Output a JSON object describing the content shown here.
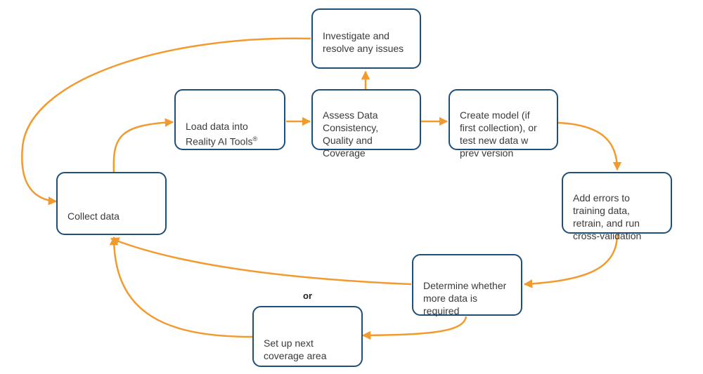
{
  "colors": {
    "arrow": "#f39a2f",
    "border": "#1f4e79",
    "text": "#3a3a3a"
  },
  "nodes": {
    "investigate": "Investigate and\nresolve any issues",
    "load_data": "Load data into\nReality AI Tools",
    "load_data_mark": "®",
    "assess": "Assess Data\nConsistency,\nQuality and\nCoverage",
    "create_model": "Create model (if\nfirst collection), or\ntest new data w\nprev version",
    "collect": "Collect data",
    "add_errors": "Add errors to\ntraining data,\nretrain, and run\ncross-validation",
    "determine": "Determine whether\nmore data is\nrequired",
    "setup": "Set up next\ncoverage area"
  },
  "or_label": "or"
}
